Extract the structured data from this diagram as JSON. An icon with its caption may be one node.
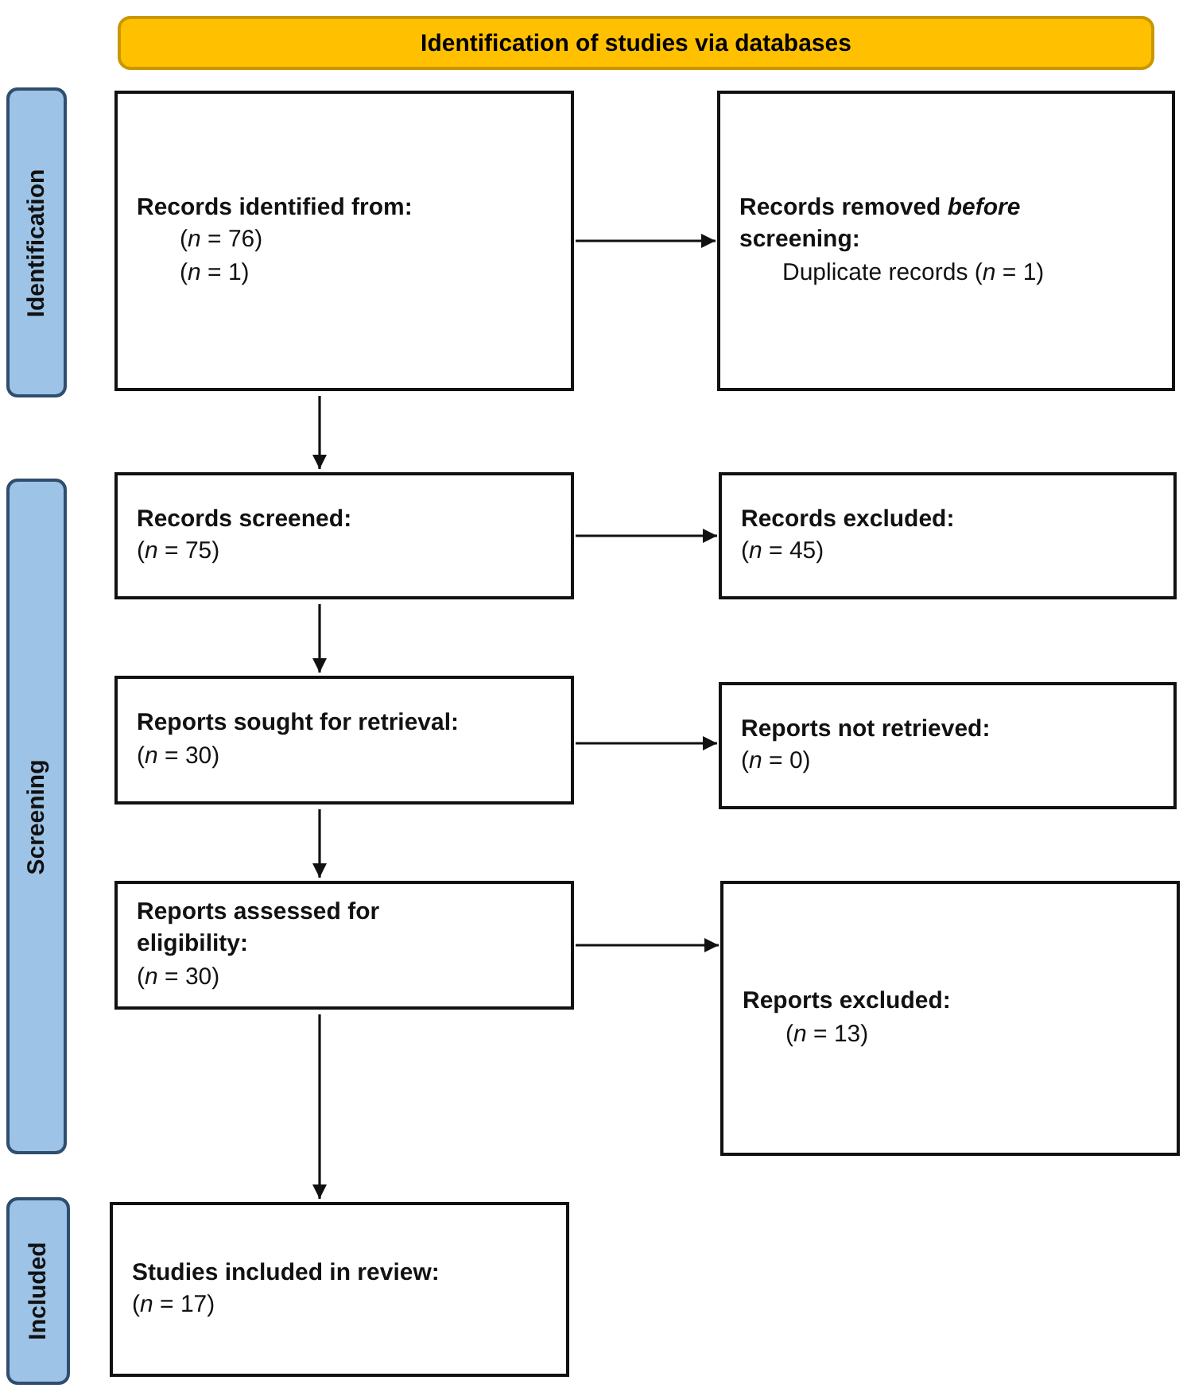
{
  "diagram": {
    "nodes": [
      {
        "text": [
          "Identification of studies via databases"
        ]
      },
      {
        "text": [
          "Identification"
        ]
      },
      {
        "text": [
          "Records identified from:",
          "(*n* = 76)",
          "(*n* = 1)"
        ]
      },
      {
        "text": [
          "Records removed *before* screening:",
          "Duplicate records (*n* = 1)"
        ]
      },
      {
        "text": [
          "Screening"
        ]
      },
      {
        "text": [
          "Records screened:",
          "(*n* = 75)"
        ]
      },
      {
        "text": [
          "Records excluded:",
          "(*n* = 45)"
        ]
      },
      {
        "text": [
          "Reports sought for retrieval:",
          "(*n* = 30)"
        ]
      },
      {
        "text": [
          "Reports not retrieved:",
          "(*n* = 0)"
        ]
      },
      {
        "text": [
          "Reports assessed for eligibility:",
          "(*n* = 30)"
        ]
      },
      {
        "text": [
          "Reports excluded:",
          "(*n* = 13)"
        ]
      },
      {
        "text": [
          "Included"
        ]
      },
      {
        "text": [
          "Studies included in review:",
          "(*n* = 17)"
        ]
      }
    ],
    "edges": [
      {
        "from": 2,
        "to": 3,
        "arrow": "to"
      },
      {
        "from": 2,
        "to": 5,
        "arrow": "to"
      },
      {
        "from": 5,
        "to": 6,
        "arrow": "to"
      },
      {
        "from": 5,
        "to": 7,
        "arrow": "to"
      },
      {
        "from": 7,
        "to": 8,
        "arrow": "to"
      },
      {
        "from": 7,
        "to": 9,
        "arrow": "to"
      },
      {
        "from": 9,
        "to": 10,
        "arrow": "to"
      },
      {
        "from": 9,
        "to": 12,
        "arrow": "to"
      }
    ]
  }
}
